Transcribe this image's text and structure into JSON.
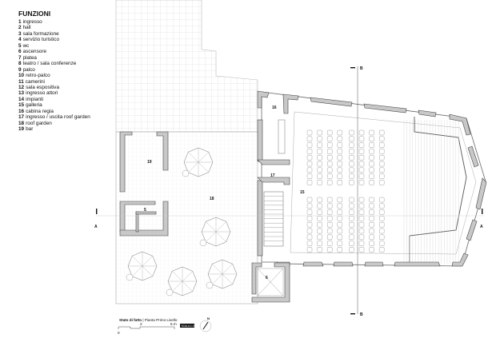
{
  "legend": {
    "title": "FUNZIONI",
    "items": [
      {
        "n": "1",
        "label": "ingresso"
      },
      {
        "n": "2",
        "label": "hall"
      },
      {
        "n": "3",
        "label": "sala formazione"
      },
      {
        "n": "4",
        "label": "servizio turistico"
      },
      {
        "n": "5",
        "label": "wc"
      },
      {
        "n": "6",
        "label": "ascensore"
      },
      {
        "n": "7",
        "label": "platea"
      },
      {
        "n": "8",
        "label": "teatro / sala conferenze"
      },
      {
        "n": "9",
        "label": "palco"
      },
      {
        "n": "10",
        "label": "retro-palco"
      },
      {
        "n": "11",
        "label": "camerini"
      },
      {
        "n": "12",
        "label": "sala espositiva"
      },
      {
        "n": "13",
        "label": "ingresso attori"
      },
      {
        "n": "14",
        "label": "impianti"
      },
      {
        "n": "15",
        "label": "galleria"
      },
      {
        "n": "16",
        "label": "cabina regia"
      },
      {
        "n": "17",
        "label": "ingresso / uscita roof garden"
      },
      {
        "n": "18",
        "label": "roof garden"
      },
      {
        "n": "19",
        "label": "bar"
      }
    ]
  },
  "rooms": {
    "r15": "15",
    "r16": "16",
    "r17": "17",
    "r18": "18",
    "r19": "19",
    "r5": "5",
    "r6": "6"
  },
  "sections": {
    "a": "A",
    "b": "B"
  },
  "caption": {
    "title_bold": "Stato di fatto",
    "title_rest": " | Pianta Primo Livello",
    "scale_0": "0",
    "scale_2": "2",
    "scale_5": "5 m",
    "scale_badge": "SCALA 1:100",
    "north": "N"
  },
  "seating": {
    "columns": 8,
    "rows_per_block": 9,
    "blocks": 2
  },
  "colors": {
    "wall": "#c8c8c8",
    "wall_stroke": "#444444",
    "line": "#999999",
    "grid": "#d6d6d6"
  }
}
